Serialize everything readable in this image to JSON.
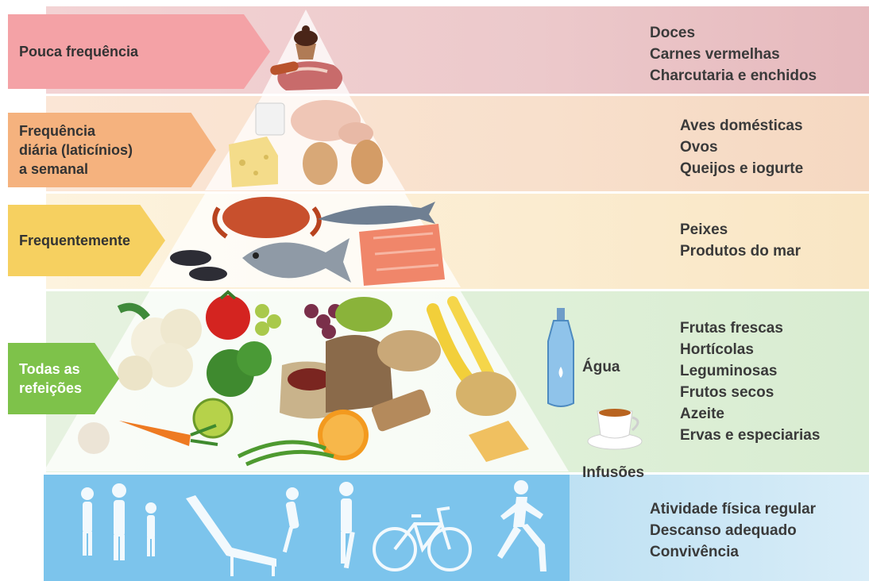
{
  "tiers": [
    {
      "label": "Pouca frequência",
      "items": [
        "Doces",
        "Carnes vermelhas",
        "Charcutaria e enchidos"
      ]
    },
    {
      "label": "Frequência\ndiária (laticínios)\na semanal",
      "items": [
        "Aves domésticas",
        "Ovos",
        "Queijos e iogurte"
      ]
    },
    {
      "label": "Frequentemente",
      "items": [
        "Peixes",
        "Produtos do mar"
      ]
    },
    {
      "label": "Todas as\nrefeições",
      "items": [
        "Frutas frescas",
        "Hortícolas",
        "Leguminosas",
        "Frutos secos",
        "Azeite",
        "Ervas e especiarias"
      ]
    },
    {
      "label": "",
      "items": [
        "Atividade física regular",
        "Descanso adequado",
        "Convivência"
      ]
    }
  ],
  "extras": {
    "water": "Água",
    "infusions": "Infusões"
  },
  "colors": {
    "tier1": "#f4a2a6",
    "tier2": "#f5b27e",
    "tier3": "#f6d060",
    "tier4": "#7ec24a",
    "base": "#9fd2ee"
  },
  "icons": [
    "cupcake-icon",
    "meat-icon",
    "chicken-icon",
    "egg-icon",
    "cheese-icon",
    "crab-icon",
    "fish-icon",
    "salmon-icon",
    "cauliflower-icon",
    "broccoli-icon",
    "tomato-icon",
    "grapes-icon",
    "banana-icon",
    "bread-icon",
    "orange-icon",
    "carrot-icon",
    "water-bottle-icon",
    "tea-cup-icon",
    "family-silhouette-icon",
    "lounge-chair-icon",
    "dancing-couple-icon",
    "bicycle-icon",
    "runner-icon"
  ]
}
